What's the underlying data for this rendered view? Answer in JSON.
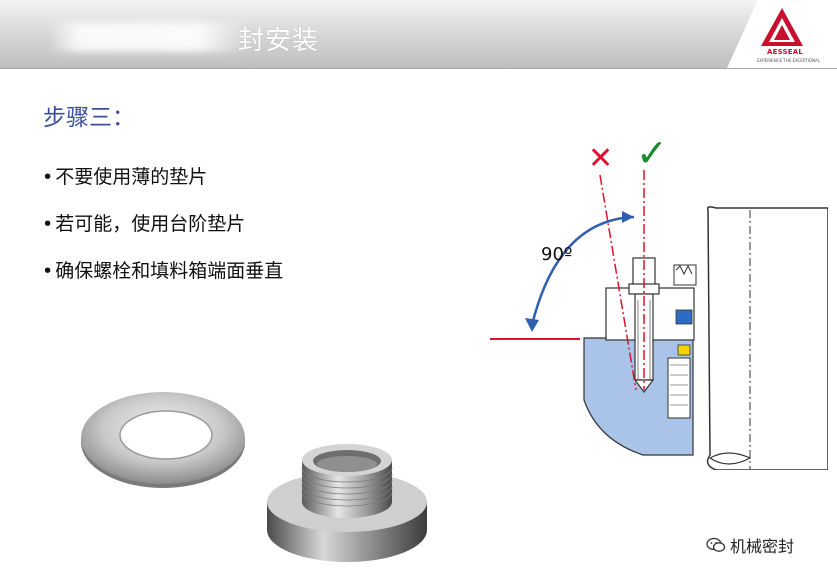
{
  "header": {
    "title": "封安装",
    "logo_text": "AESSEAL",
    "logo_tagline": "EXPERIENCE THE EXCEPTIONAL"
  },
  "step": {
    "title": "步骤三："
  },
  "bullets": [
    "不要使用薄的垫片",
    "若可能，使用台阶垫片",
    "确保螺栓和填料箱端面垂直"
  ],
  "diagram": {
    "angle_label": "90º",
    "wrong_mark": "✕",
    "right_mark": "✓",
    "colors": {
      "wrong": "#e0102a",
      "right": "#1a8a2a",
      "housing": "#a9c4e8",
      "arc": "#2e5fb0"
    }
  },
  "watermark": {
    "text": "机械密封",
    "icon": "wechat-icon"
  },
  "colors": {
    "title_blue": "#3d4f9b",
    "brand_red": "#c8102e"
  }
}
